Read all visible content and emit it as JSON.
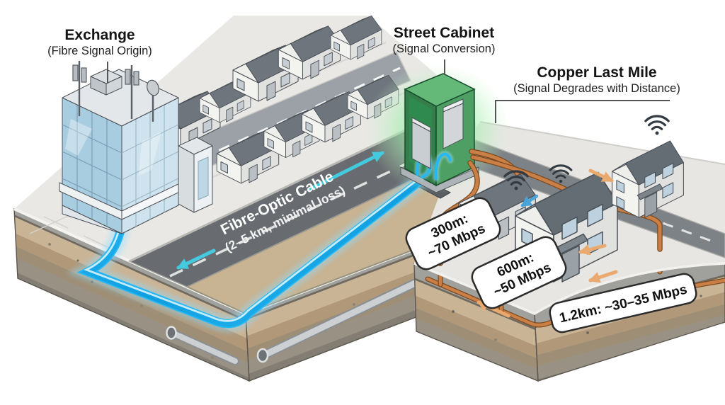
{
  "diagram": {
    "stage_labels": {
      "exchange": {
        "title": "Exchange",
        "subtitle": "(Fibre Signal Origin)"
      },
      "street_cabinet": {
        "title": "Street Cabinet",
        "subtitle": "(Signal Conversion)"
      },
      "copper_last_mile": {
        "title": "Copper Last Mile",
        "subtitle": "(Signal Degrades with Distance)"
      }
    },
    "fibre_label": {
      "line1": "Fibre-Optic Cable",
      "line2": "(2–5 km, minimal loss)"
    },
    "speed_labels": {
      "d300": {
        "line1": "300m:",
        "line2": "~70 Mbps"
      },
      "d600": {
        "line1": "600m:",
        "line2": "~50 Mbps"
      },
      "d1200": {
        "text": "1.2km: ~30–35 Mbps"
      }
    },
    "icons": {
      "wifi": "wifi-icon",
      "count": 3
    },
    "colors": {
      "fibre_blue": "#18aef0",
      "fibre_glow": "#8fdcff",
      "copper_orange": "#c17a42",
      "cabinet_green": "#4d9a60",
      "cabinet_glow": "#8ef0a0",
      "road_dark": "#686c70",
      "soil_tan": "#cab496",
      "arrow_cyan": "#43cadf",
      "arrow_orange": "#e9a96f"
    }
  }
}
